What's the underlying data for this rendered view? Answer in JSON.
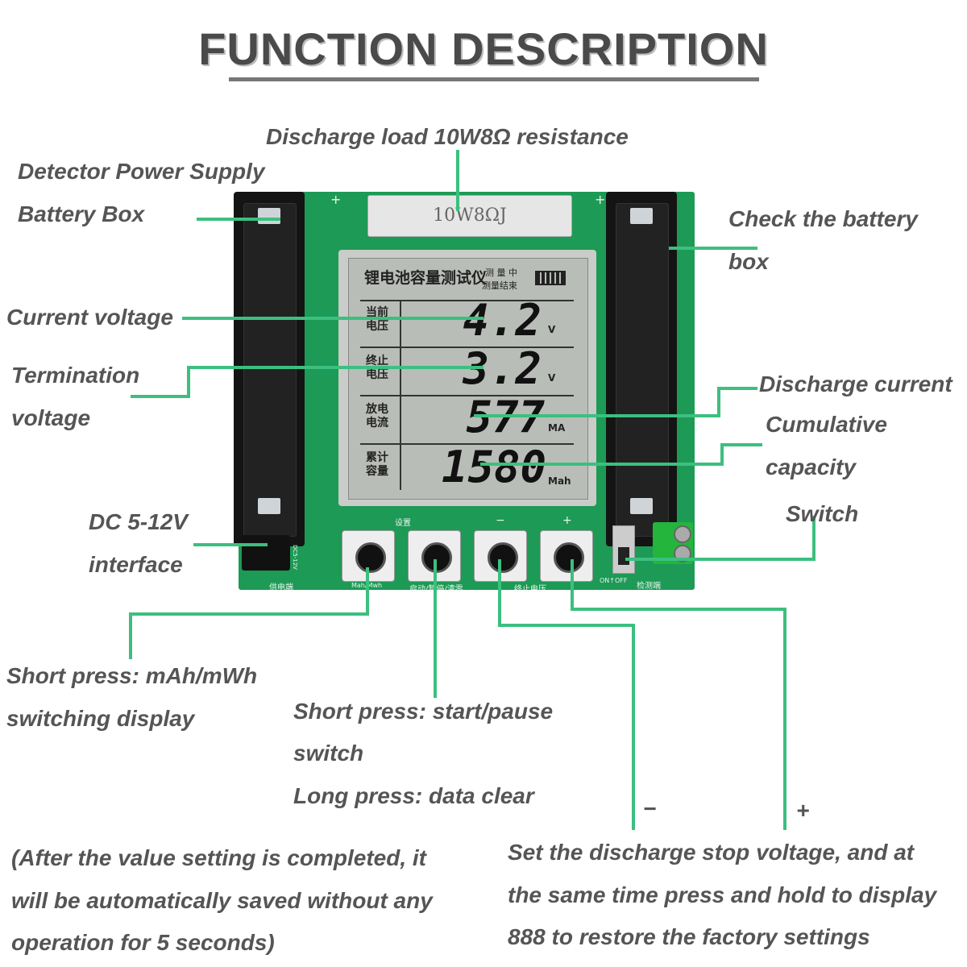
{
  "title": "FUNCTION DESCRIPTION",
  "labels": {
    "discharge_load": "Discharge load 10W8Ω resistance",
    "detector_power_line1": "Detector Power Supply",
    "detector_power_line2": "Battery Box",
    "check_battery_line1": "Check the battery",
    "check_battery_line2": "box",
    "current_voltage": "Current voltage",
    "termination_line1": "Termination",
    "termination_line2": "voltage",
    "discharge_current": "Discharge current",
    "cumulative_line1": "Cumulative",
    "cumulative_line2": "capacity",
    "switch": "Switch",
    "dc_line1": "DC 5-12V",
    "dc_line2": "interface",
    "short_press_mah_line1": "Short press: mAh/mWh",
    "short_press_mah_line2": "switching display",
    "start_pause_line1": "Short press: start/pause",
    "start_pause_line2": "switch",
    "start_pause_line3": "Long press: data clear",
    "minus_sign": "−",
    "plus_sign": "+",
    "note_line1": "(After the value setting is completed, it",
    "note_line2": "will be automatically saved without any",
    "note_line3": "operation for 5 seconds)",
    "stop_voltage_line1": "Set the discharge stop voltage, and at",
    "stop_voltage_line2": "the same time press and hold to display",
    "stop_voltage_line3": "888 to restore the factory settings"
  },
  "device": {
    "resistor_text": "10W8ΩJ",
    "lcd_title": "锂电池容量测试仪",
    "lcd_status1": "测 量 中",
    "lcd_status2": "测量结束",
    "rows": [
      {
        "label": "当前电压",
        "value": "4.2",
        "unit": "V"
      },
      {
        "label": "终止电压",
        "value": "3.2",
        "unit": "V"
      },
      {
        "label": "放电电流",
        "value": "577",
        "unit": "MA"
      },
      {
        "label": "累计容量",
        "value": "1580",
        "unit": "Mah"
      }
    ],
    "btn_label_set": "设置",
    "btn_label_minus": "−",
    "btn_label_plus": "+",
    "btn1_bottom": "Mah/Mwh",
    "btn2_bottom": "启动/暂停/清零",
    "btn3_bottom": "终止电压",
    "left_bottom": "供电端",
    "right_bottom": "检测端",
    "on_off": "ON↑OFF",
    "dc_small": "DC5-12V",
    "plus_mark": "+"
  },
  "colors": {
    "leader_line": "#3cbf7f",
    "pcb": "#1d9a55",
    "label_text": "#555555"
  }
}
